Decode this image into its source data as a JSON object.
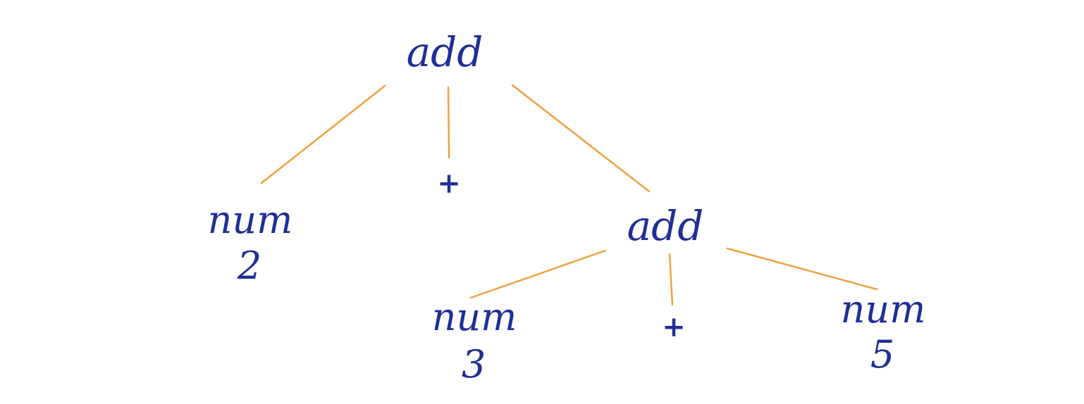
{
  "diagram": {
    "type": "parse-tree",
    "line_color": "#f0a040",
    "text_color": "#1f2f95",
    "nodes": {
      "root": "add",
      "left_num": "num",
      "left_val": "2",
      "plus_1": "+",
      "inner_add": "add",
      "inner_left_num": "num",
      "inner_left_val": "3",
      "plus_2": "+",
      "inner_right_num": "num",
      "inner_right_val": "5"
    },
    "edges": [
      [
        "root",
        "left_num"
      ],
      [
        "root",
        "plus_1"
      ],
      [
        "root",
        "inner_add"
      ],
      [
        "inner_add",
        "inner_left_num"
      ],
      [
        "inner_add",
        "plus_2"
      ],
      [
        "inner_add",
        "inner_right_num"
      ]
    ]
  }
}
